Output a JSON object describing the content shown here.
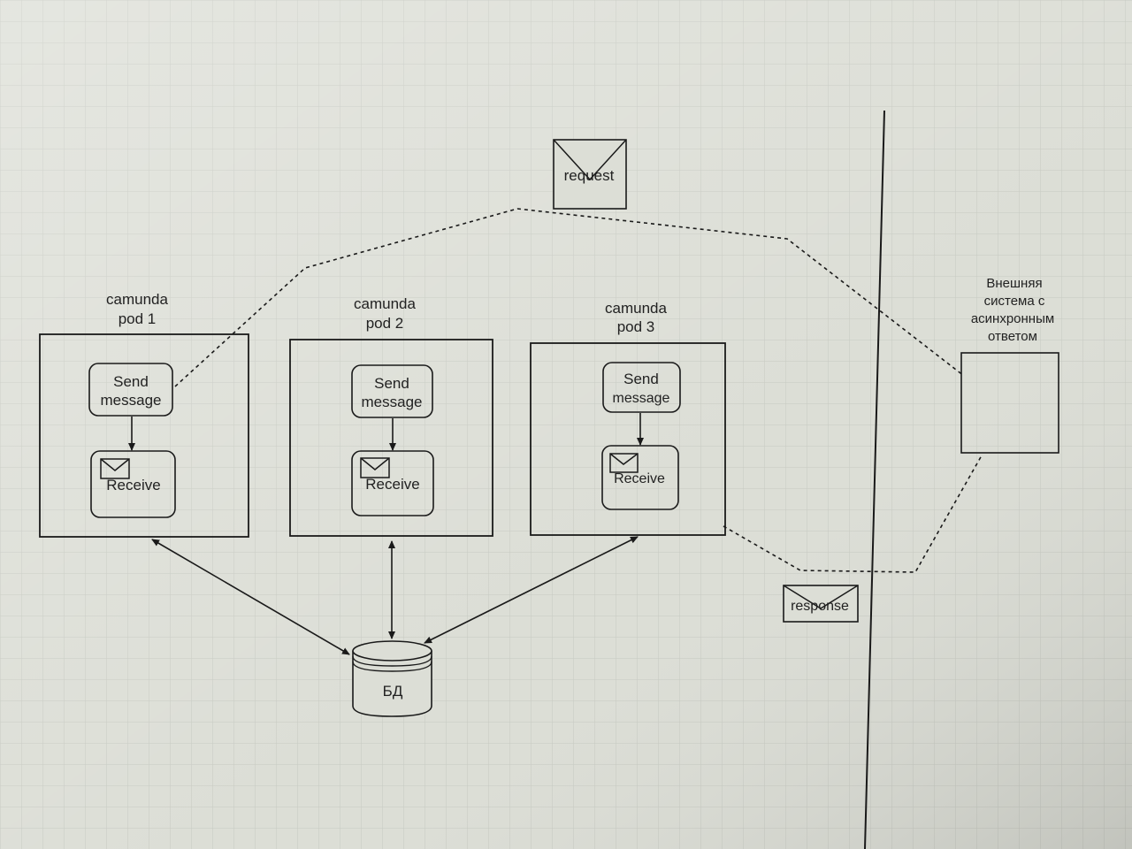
{
  "canvas": {
    "background": "#dcded6",
    "grid_color": "#c6c9c1",
    "stroke_color": "#1a1a1a"
  },
  "pods": [
    {
      "title_line1": "camunda",
      "title_line2": "pod 1",
      "send_line1": "Send",
      "send_line2": "message",
      "receive_label": "Receive"
    },
    {
      "title_line1": "camunda",
      "title_line2": "pod 2",
      "send_line1": "Send",
      "send_line2": "message",
      "receive_label": "Receive"
    },
    {
      "title_line1": "camunda",
      "title_line2": "pod 3",
      "send_line1": "Send",
      "send_line2": "message",
      "receive_label": "Receive"
    }
  ],
  "request_label": "request",
  "response_label": "response",
  "database_label": "БД",
  "external_system": {
    "line1": "Внешняя",
    "line2": "система с",
    "line3": "асинхронным",
    "line4": "ответом"
  }
}
